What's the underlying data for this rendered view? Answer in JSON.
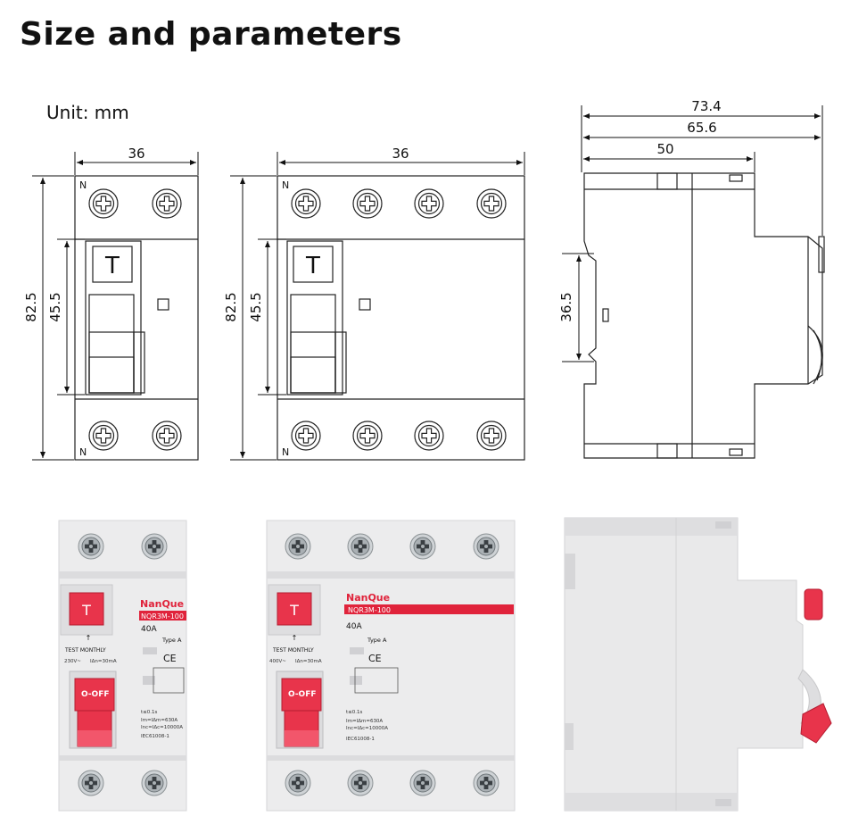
{
  "title": "Size and parameters",
  "unit_label": "Unit: mm",
  "front_2p": {
    "width": "36",
    "height_total": "82.5",
    "height_window": "45.5",
    "terminal_mark": "N",
    "test_button": "T"
  },
  "front_4p": {
    "width": "36",
    "height_total": "82.5",
    "height_window": "45.5",
    "terminal_mark": "N",
    "test_button": "T"
  },
  "side": {
    "depth_total": "73.4",
    "depth_mid": "65.6",
    "depth_front": "50",
    "rail_height": "36.5"
  },
  "product_2p": {
    "brand": "NanQue",
    "model": "NQR3M-100",
    "current": "40A",
    "type": "Type A",
    "test_text": "TEST MONTHLY",
    "voltage": "230V~",
    "sensitivity": "IΔn=30mA",
    "switch": "O-OFF",
    "trip_time": "t≤0.1s",
    "im": "Im=IΔm=630A",
    "inc": "Inc=IΔc=10000A",
    "standard": "IEC61008-1"
  },
  "product_4p": {
    "brand": "NanQue",
    "model": "NQR3M-100",
    "current": "40A",
    "type": "Type A",
    "test_text": "TEST MONTHLY",
    "voltage": "400V~",
    "sensitivity": "IΔn=30mA",
    "switch": "O-OFF",
    "trip_time": "t≤0.1s",
    "im": "Im=IΔm=630A",
    "inc": "Inc=IΔc=10000A",
    "standard": "IEC61008-1"
  },
  "colors": {
    "accent_red": "#e0233b",
    "switch_red": "#e8344b",
    "body_grey": "#e9e9ea"
  },
  "icons": [
    "screw-terminal-icon",
    "ce-mark-icon",
    "arrow-up-icon"
  ]
}
